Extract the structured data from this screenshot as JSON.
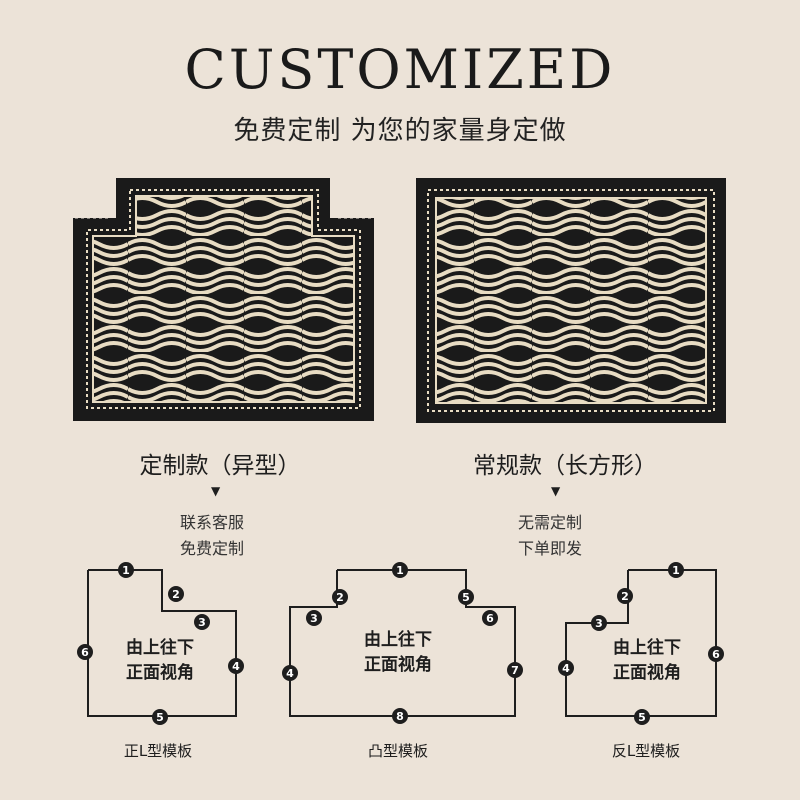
{
  "header": {
    "title": "CUSTOMIZED",
    "subtitle": "免费定制 为您的家量身定做"
  },
  "products": [
    {
      "caption": "定制款（异型）",
      "note_line1": "联系客服",
      "note_line2": "免费定制"
    },
    {
      "caption": "常规款（长方形）",
      "note_line1": "无需定制",
      "note_line2": "下单即发"
    }
  ],
  "templates": [
    {
      "label": "正L型模板",
      "line1": "由上往下",
      "line2": "正面视角",
      "markers": [
        "1",
        "2",
        "3",
        "4",
        "5",
        "6"
      ]
    },
    {
      "label": "凸型模板",
      "line1": "由上往下",
      "line2": "正面视角",
      "markers": [
        "1",
        "2",
        "3",
        "4",
        "5",
        "6",
        "7",
        "8"
      ]
    },
    {
      "label": "反L型模板",
      "line1": "由上往下",
      "line2": "正面视角",
      "markers": [
        "1",
        "2",
        "3",
        "4",
        "5",
        "6"
      ]
    }
  ],
  "colors": {
    "background": "#ece3d8",
    "rug_dark": "#1a1a1a",
    "rug_light": "#e8dcc3"
  }
}
